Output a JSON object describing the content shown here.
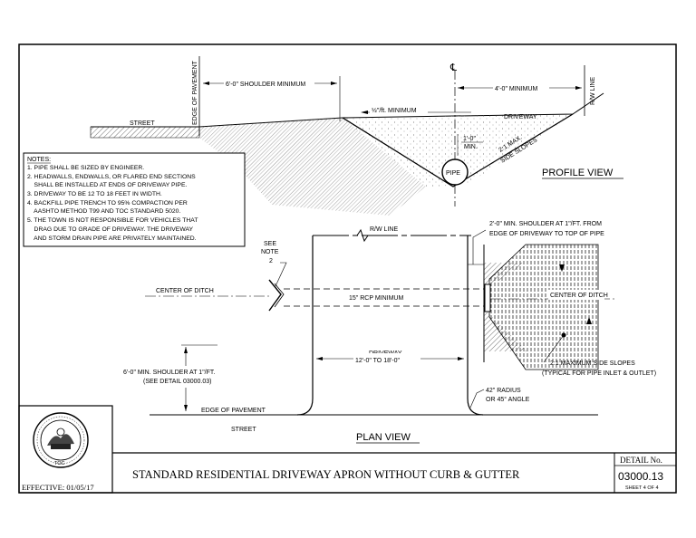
{
  "profile": {
    "edge_of_pavement": "EDGE OF PAVEMENT",
    "shoulder_min": "6'-0\" SHOULDER MINIMUM",
    "centerline": "℄",
    "dim_4ft": "4'-0\" MINIMUM",
    "rw_line": "R/W LINE",
    "street": "STREET",
    "slope_half": "½\"/ft. MINIMUM",
    "driveway": "DRIVEWAY",
    "cover_1": "1'-0\"",
    "cover_2": "MIN.",
    "pipe": "PIPE",
    "side_slope_1": "2:1 MAX.",
    "side_slope_2": "SIDE SLOPES",
    "view_title": "PROFILE VIEW"
  },
  "notes": {
    "heading": "NOTES:",
    "lines": [
      "1. PIPE SHALL BE SIZED BY ENGINEER.",
      "2. HEADWALLS, ENDWALLS, OR FLARED END SECTIONS",
      "    SHALL BE INSTALLED AT ENDS OF DRIVEWAY PIPE.",
      "3. DRIVEWAY TO BE 12 TO 18 FEET IN WIDTH.",
      "4. BACKFILL PIPE TRENCH TO 95% COMPACTION PER",
      "    AASHTO METHOD T99 AND TOC STANDARD 5020.",
      "5. THE TOWN IS NOT RESPONSIBLE FOR VEHICLES THAT",
      "    DRAG DUE TO GRADE OF DRIVEWAY. THE DRIVEWAY",
      "    AND STORM DRAIN PIPE ARE PRIVATELY MAINTAINED."
    ]
  },
  "plan": {
    "see_note_1": "SEE",
    "see_note_2": "NOTE",
    "see_note_3": "2",
    "center_of_ditch_left": "CENTER OF DITCH",
    "rcp_min": "15\" RCP MINIMUM",
    "center_of_ditch_right": "CENTER OF DITCH",
    "rw_line": "R/W LINE",
    "shoulder_note_1": "2'-0\" MIN. SHOULDER AT 1\"/FT. FROM",
    "shoulder_note_2": "EDGE OF DRIVEWAY TO TOP OF PIPE",
    "side_slopes_1": "2:1 MAXIMUM SIDE SLOPES",
    "side_slopes_2": "(TYPICAL FOR PIPE INLET & OUTLET)",
    "driveway": "DRIVEWAY",
    "driveway_width": "12'-0\" TO 18'-0\"",
    "shoulder_1": "6'-0\" MIN. SHOULDER AT 1\"/FT.",
    "shoulder_2": "(SEE DETAIL 03000.03)",
    "radius_1": "42\" RADIUS",
    "radius_2": "OR 45° ANGLE",
    "edge_of_pavement": "EDGE OF PAVEMENT",
    "street": "STREET",
    "view_title": "PLAN VIEW"
  },
  "title_block": {
    "seal_text": "TOC",
    "effective": "EFFECTIVE: 01/05/17",
    "title": "STANDARD RESIDENTIAL DRIVEWAY APRON WITHOUT CURB & GUTTER",
    "detail_label": "DETAIL No.",
    "detail_number": "03000.13",
    "sheet": "SHEET 4 OF 4"
  }
}
